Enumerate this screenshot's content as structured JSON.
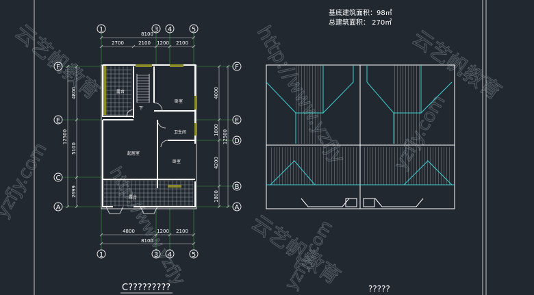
{
  "stats": {
    "base_area_label": "基底建筑面积：98㎡",
    "total_area_label": "总建筑面积：  270㎡"
  },
  "plan": {
    "grid_top": [
      "1",
      "3",
      "4",
      "5"
    ],
    "grid_bottom": [
      "1",
      "3",
      "4",
      "5"
    ],
    "grid_left": [
      "F",
      "E",
      "C",
      "A"
    ],
    "grid_right": [
      "F",
      "E",
      "D",
      "B",
      "A"
    ],
    "dims_top_total": "8100",
    "dims_top": [
      "2700",
      "2100",
      "1200",
      "2100"
    ],
    "dims_bottom": [
      "4800",
      "1200",
      "2100"
    ],
    "dims_bottom_total": "8100",
    "dims_left": [
      "4800",
      "5100",
      "2699"
    ],
    "dims_left_total": "12500",
    "dims_right": [
      "4000",
      "1800",
      "4200",
      "1800"
    ],
    "dims_right_total": "12500",
    "rooms": {
      "balcony_north": "露台",
      "bedroom_ne": "卧室",
      "bathroom": "卫生间",
      "living": "起居室",
      "bedroom_se": "卧室",
      "balcony_south": "露台"
    },
    "stair_mark": "下"
  },
  "captions": {
    "left": "C?????????",
    "right": "?????"
  },
  "watermarks": [
    "yzfjy.com",
    "http://www.yzfjy",
    "云艺帆教育"
  ],
  "colors": {
    "background": "#212830",
    "wall": "#ffffff",
    "line": "#c8c8c8",
    "grid_axis": "#3fbf3f",
    "roof": "#3fd0d0",
    "window": "#8a8a2a",
    "text": "#ffffff"
  }
}
